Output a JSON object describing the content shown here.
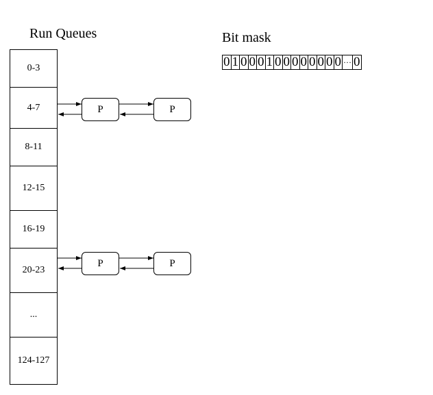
{
  "run_queues": {
    "title": "Run Queues",
    "cells": [
      {
        "label": "0-3"
      },
      {
        "label": "4-7"
      },
      {
        "label": "8-11"
      },
      {
        "label": "12-15"
      },
      {
        "label": "16-19"
      },
      {
        "label": "20-23"
      },
      {
        "label": "..."
      },
      {
        "label": "124-127"
      }
    ]
  },
  "bit_mask": {
    "title": "Bit mask",
    "bits": [
      "0",
      "1",
      "0",
      "0",
      "0",
      "1",
      "0",
      "0",
      "0",
      "0",
      "0",
      "0",
      "0",
      "0",
      "···",
      "0"
    ]
  },
  "process_chains": [
    {
      "queue": "4-7",
      "processes": [
        "P",
        "P"
      ]
    },
    {
      "queue": "20-23",
      "processes": [
        "P",
        "P"
      ]
    }
  ]
}
